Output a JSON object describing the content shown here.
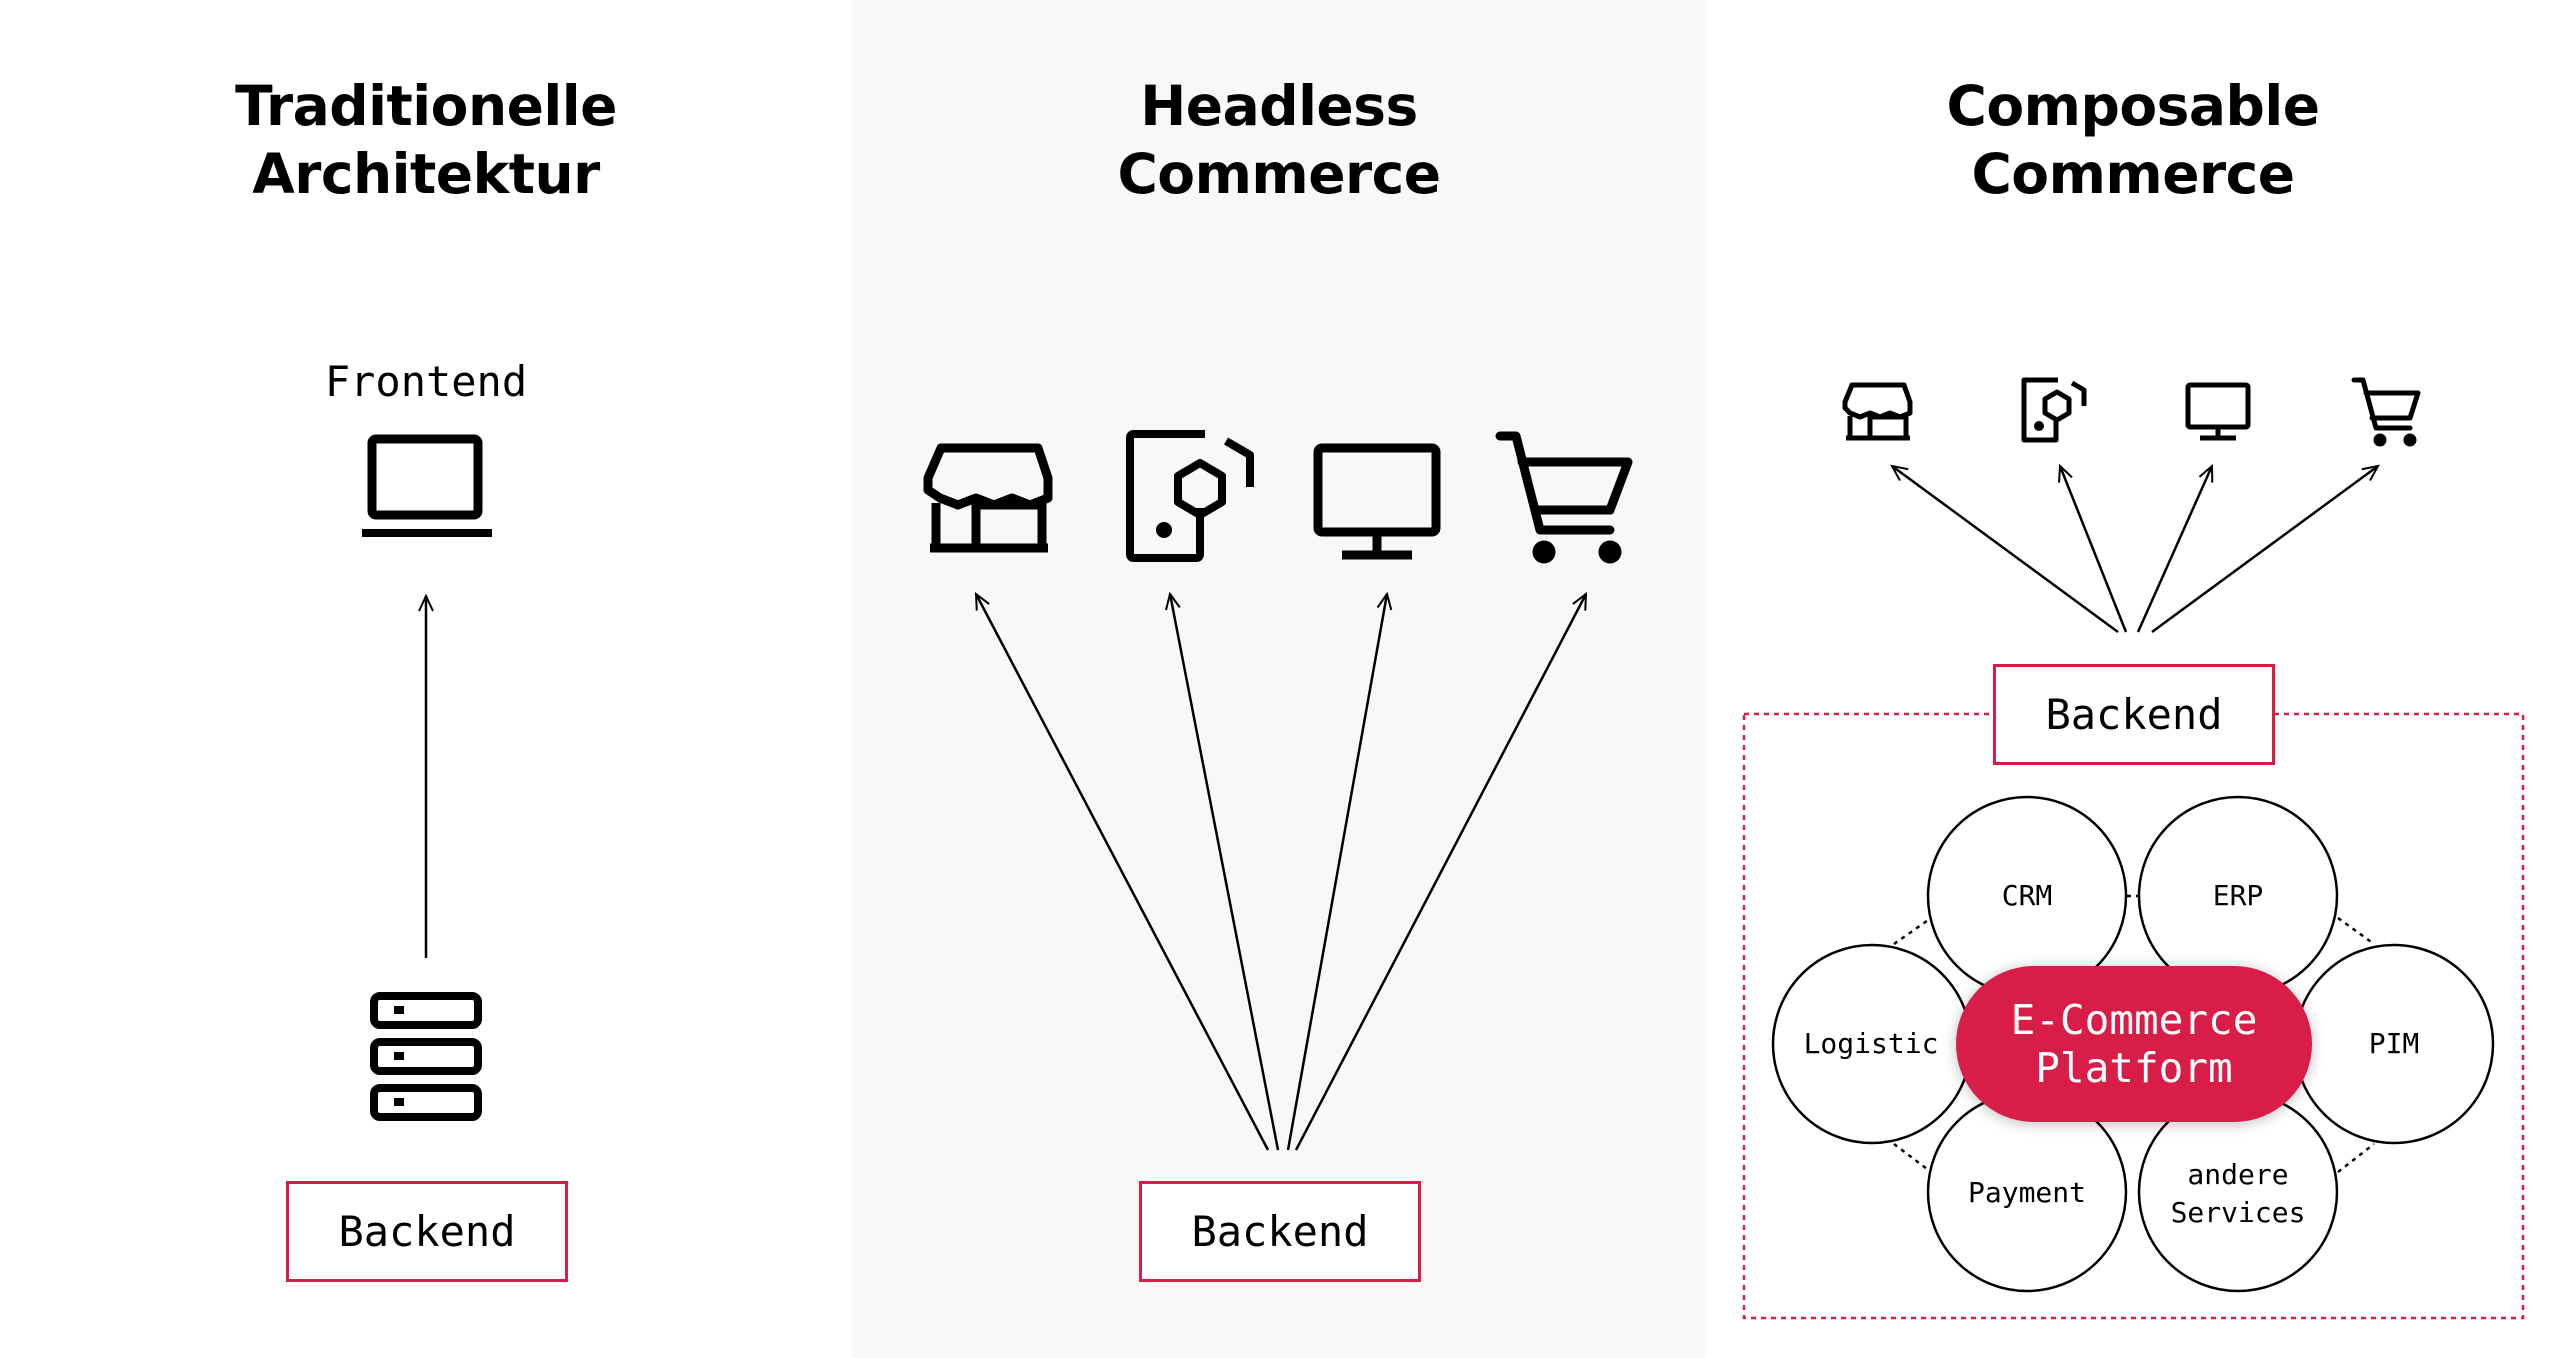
{
  "columns": {
    "traditional": {
      "title": "Traditionelle\nArchitektur",
      "frontend_label": "Frontend",
      "backend_label": "Backend"
    },
    "headless": {
      "title": "Headless\nCommerce",
      "backend_label": "Backend"
    },
    "composable": {
      "title": "Composable\nCommerce",
      "backend_label": "Backend",
      "services": {
        "crm": "CRM",
        "erp": "ERP",
        "logistic": "Logistic",
        "pim": "PIM",
        "payment": "Payment",
        "andere": "andere\nServices"
      },
      "platform": "E-Commerce\nPlatform"
    }
  },
  "icons": {
    "frontend": "laptop-icon",
    "backend": "server-icon",
    "channels": [
      "store-icon",
      "mobile-app-icon",
      "desktop-monitor-icon",
      "shopping-cart-icon"
    ]
  },
  "colors": {
    "accent": "#d81e48",
    "ink": "#000000",
    "middle_background": "#f8f8f8"
  }
}
